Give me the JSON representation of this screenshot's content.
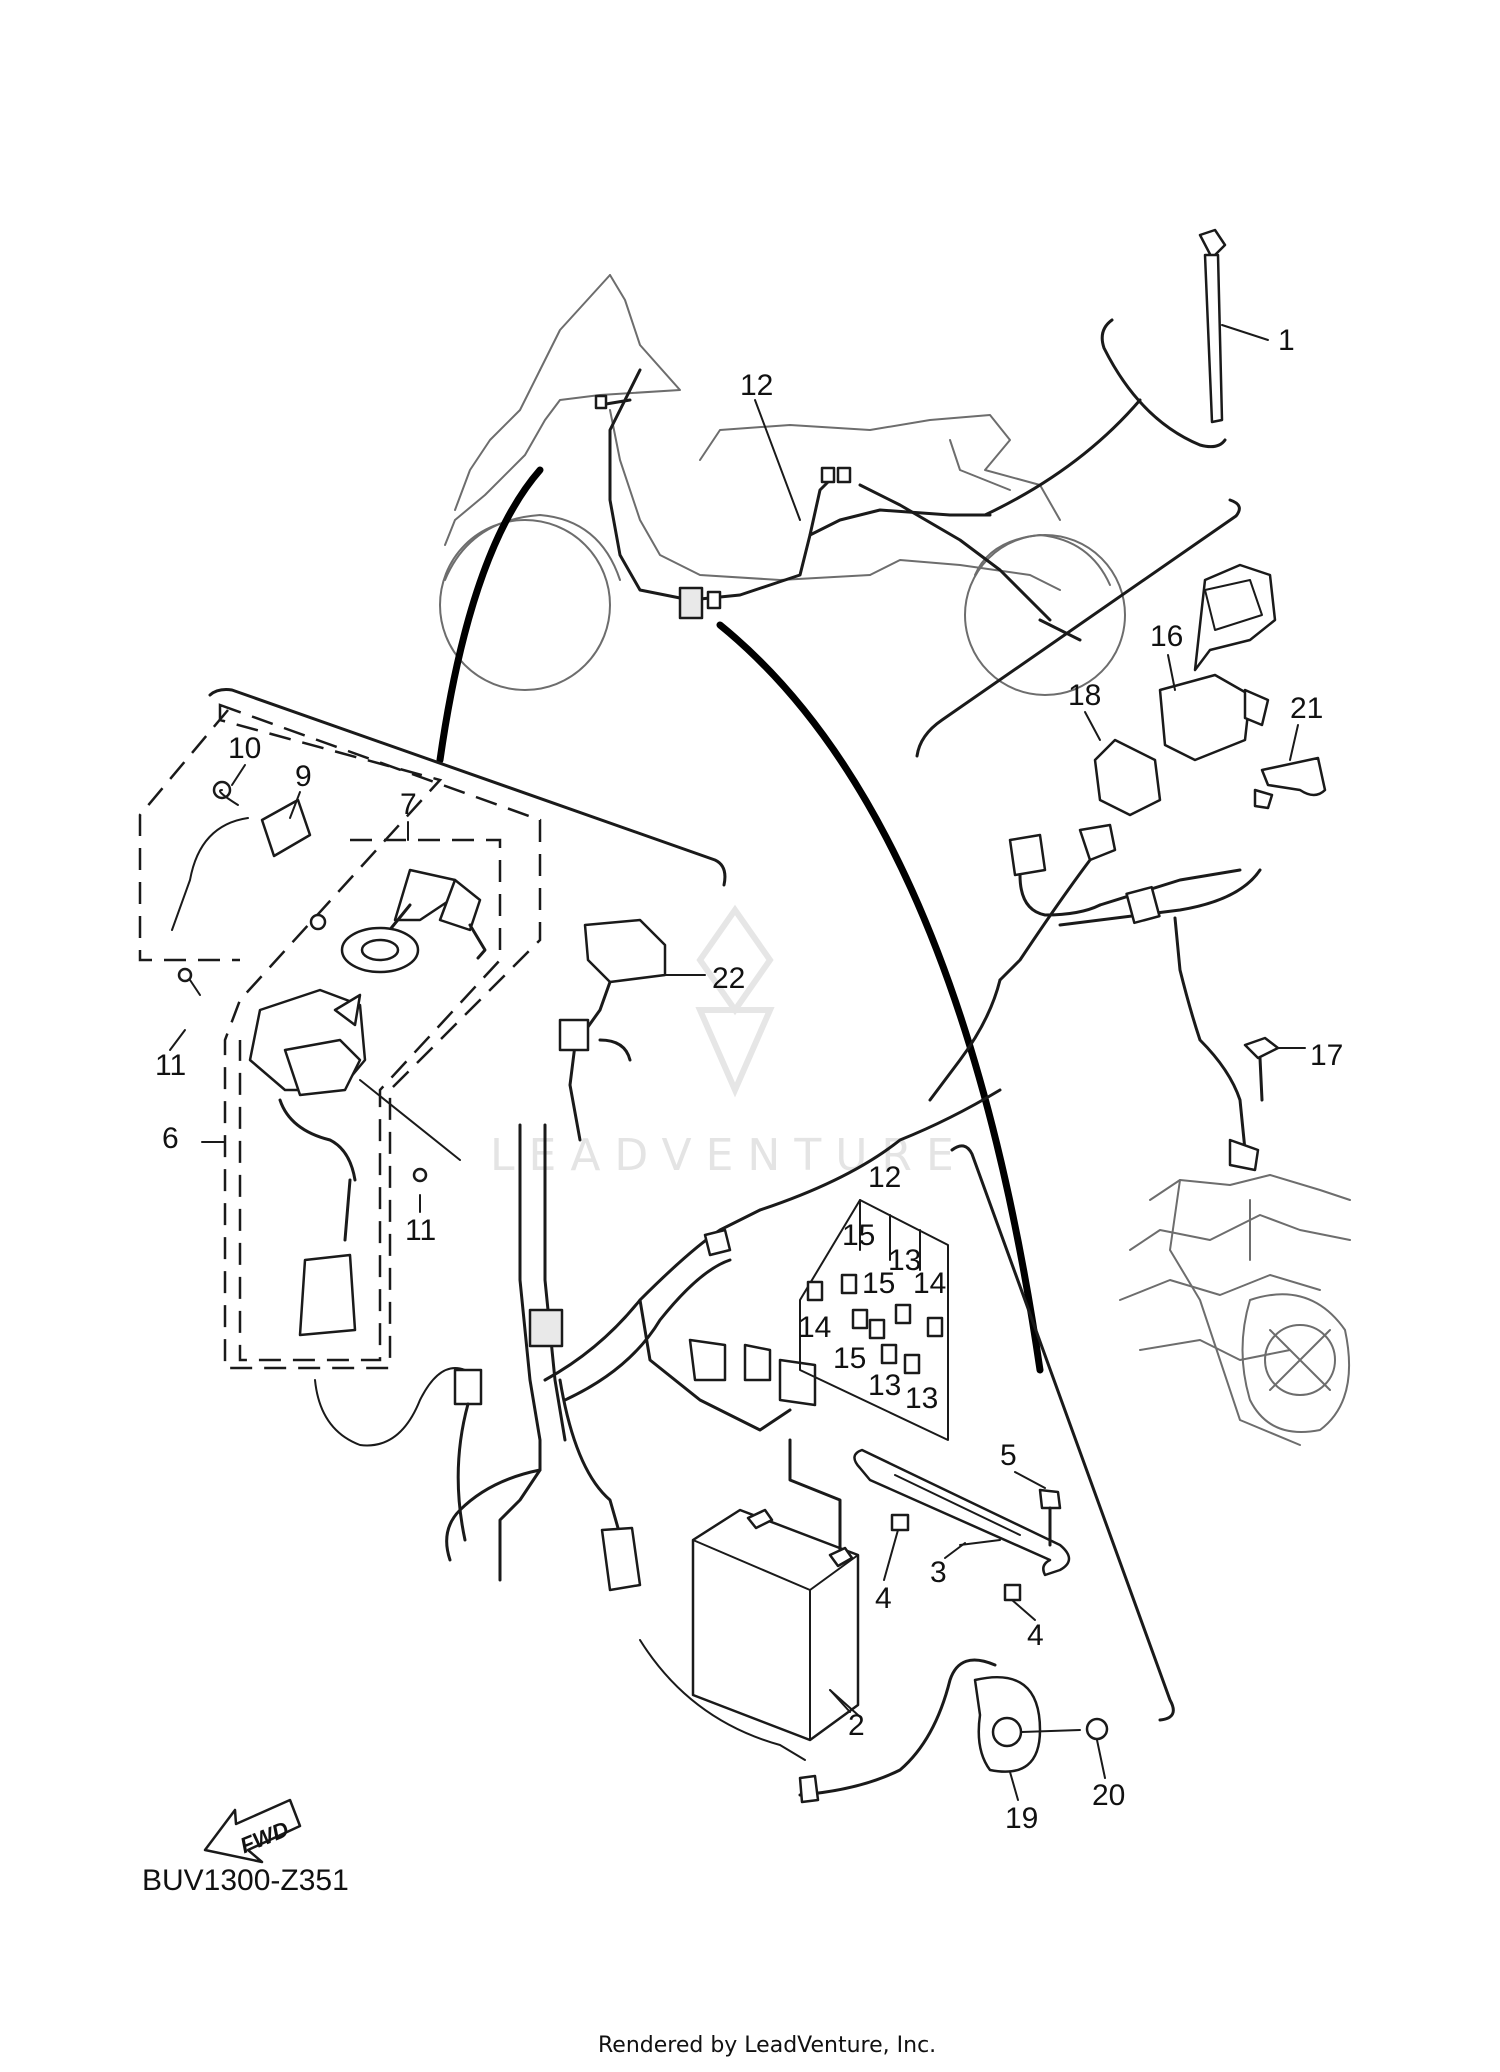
{
  "diagram": {
    "drawing_code": "BUV1300-Z351",
    "credit": "Rendered by LeadVenture, Inc.",
    "watermark": "LEADVENTURE",
    "fwd_label": "FWD",
    "callouts": {
      "c1": "1",
      "c2": "2",
      "c3": "3",
      "c4a": "4",
      "c4b": "4",
      "c5": "5",
      "c6": "6",
      "c7": "7",
      "c9": "9",
      "c10": "10",
      "c11a": "11",
      "c11b": "11",
      "c12a": "12",
      "c12b": "12",
      "c13a": "13",
      "c13b": "13",
      "c13c": "13",
      "c14a": "14",
      "c14b": "14",
      "c15a": "15",
      "c15b": "15",
      "c15c": "15",
      "c16": "16",
      "c17": "17",
      "c18": "18",
      "c19": "19",
      "c20": "20",
      "c21": "21",
      "c22": "22"
    }
  }
}
